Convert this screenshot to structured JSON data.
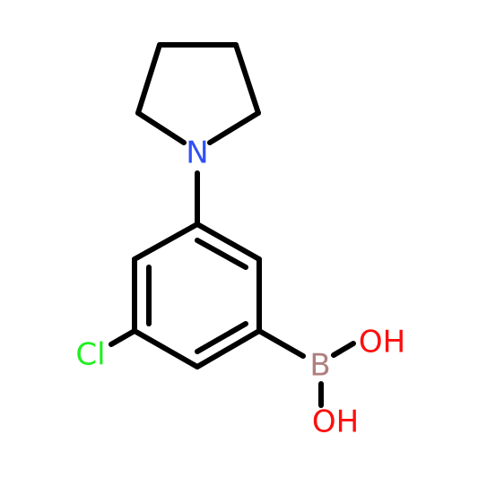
{
  "molecule": {
    "atoms": {
      "nitrogen": {
        "label": "N",
        "color": "#3050F8"
      },
      "chlorine": {
        "label": "Cl",
        "color": "#1FF01F"
      },
      "boron": {
        "label": "B",
        "color": "#B07F7F"
      },
      "hydroxyl_top": {
        "label": "OH",
        "color": "#FF0D0D"
      },
      "hydroxyl_bottom": {
        "label": "OH",
        "color": "#FF0D0D"
      }
    },
    "bond_color": "#000000"
  }
}
